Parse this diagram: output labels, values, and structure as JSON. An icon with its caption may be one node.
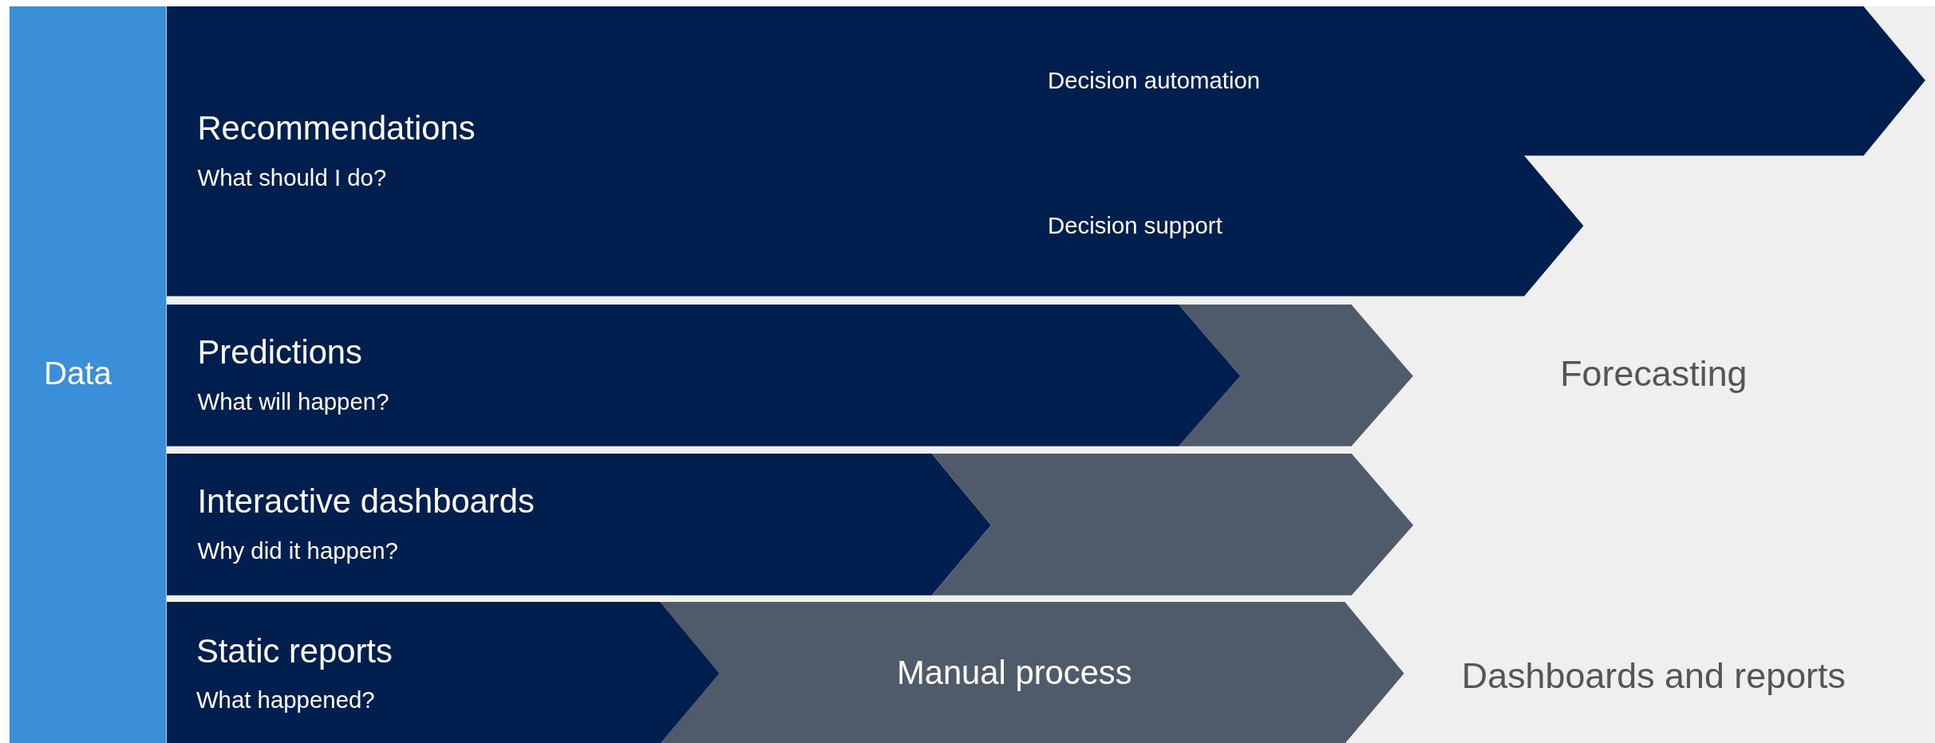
{
  "diagram": {
    "nodes": [
      {
        "text": [
          "Data"
        ]
      },
      {
        "text": [
          "Recommendations",
          "What should I do?",
          "Decision automation",
          "Decision support"
        ]
      },
      {
        "text": [
          "Predictions",
          "What will happen?"
        ]
      },
      {
        "text": [],
        "shape": "chevron"
      },
      {
        "text": [
          "Interactive dashboards",
          "Why did it happen?"
        ]
      },
      {
        "text": [],
        "shape": "chevron"
      },
      {
        "text": [
          "Static reports",
          "What happened?"
        ]
      },
      {
        "text": [
          "Manual process"
        ]
      }
    ],
    "labels": [
      "Forecasting",
      "Dashboards and reports"
    ]
  }
}
